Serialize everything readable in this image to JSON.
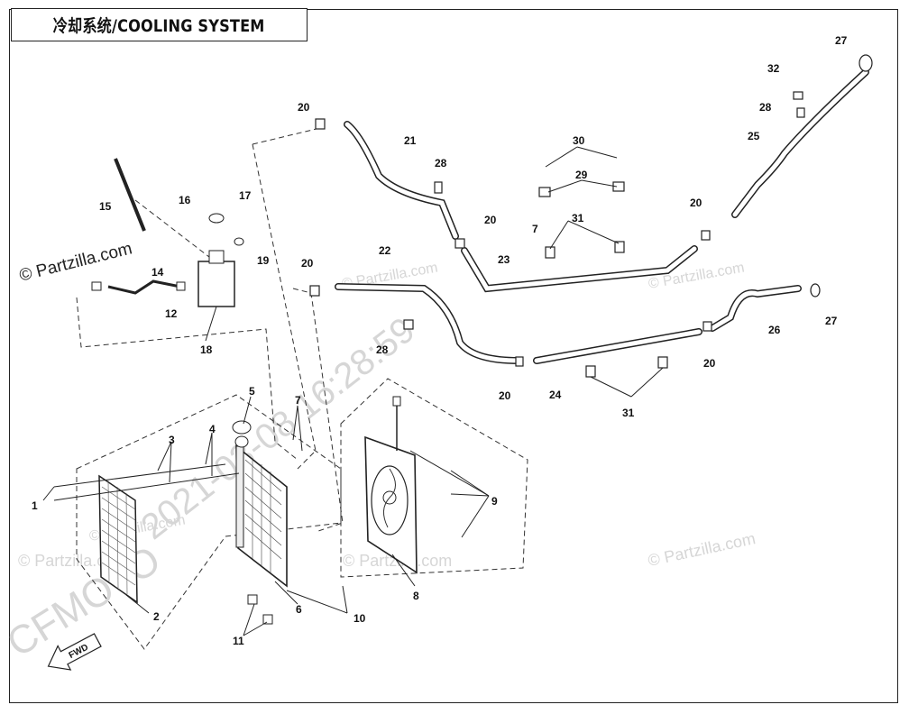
{
  "header": {
    "title": "冷却系统/COOLING SYSTEM"
  },
  "watermarks": {
    "site": "© Partzilla.com",
    "timestamp": "2021-03-08 16:28:59",
    "brand": "CFMOTO",
    "fwd": "FWD"
  },
  "callouts": {
    "p1": "1",
    "p2": "2",
    "p3": "3",
    "p4": "4",
    "p5": "5",
    "p6": "6",
    "p7a": "7",
    "p7b": "7",
    "p8": "8",
    "p9": "9",
    "p10": "10",
    "p11": "11",
    "p12": "12",
    "p14": "14",
    "p15": "15",
    "p16": "16",
    "p17": "17",
    "p18": "18",
    "p19": "19",
    "p20a": "20",
    "p20b": "20",
    "p20c": "20",
    "p20d": "20",
    "p20e": "20",
    "p20f": "20",
    "p21": "21",
    "p22": "22",
    "p23": "23",
    "p24": "24",
    "p25": "25",
    "p26": "26",
    "p27a": "27",
    "p27b": "27",
    "p28a": "28",
    "p28b": "28",
    "p28c": "28",
    "p29": "29",
    "p30": "30",
    "p31a": "31",
    "p31b": "31",
    "p32": "32"
  }
}
